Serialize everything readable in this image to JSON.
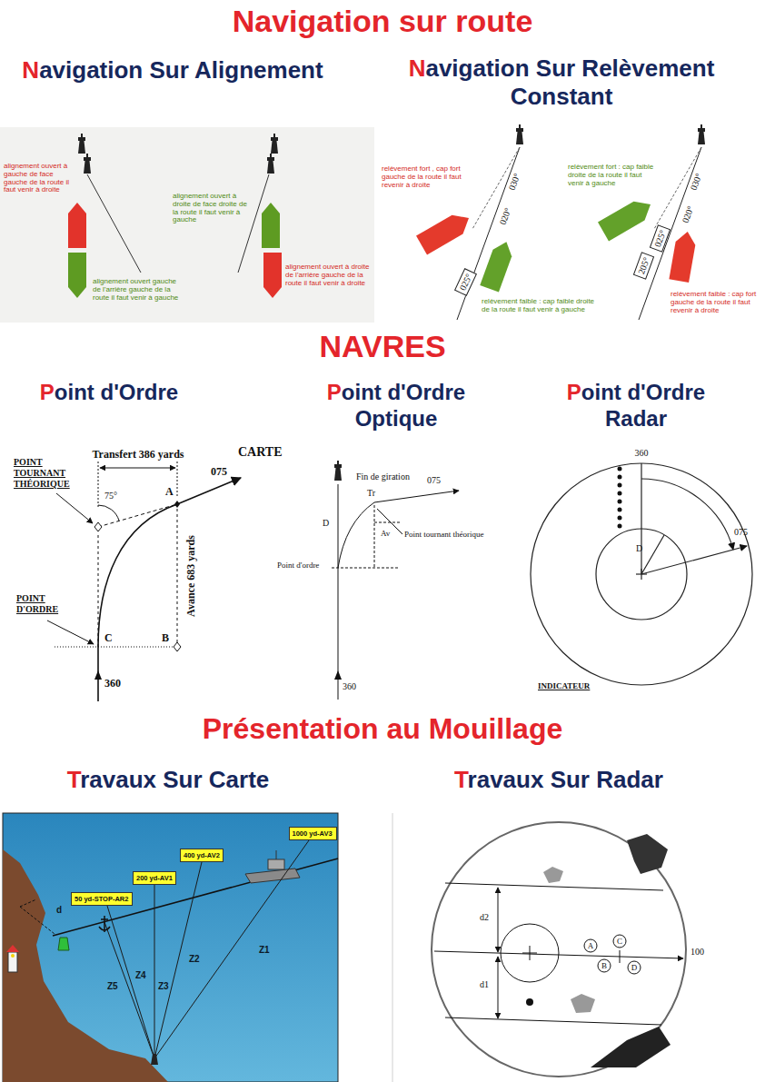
{
  "diagram": {
    "title": "Navigation sur route",
    "nodes": [
      {
        "text": [
          "025°"
        ]
      },
      {
        "text": [
          "205°"
        ]
      },
      {
        "text": [
          "025°"
        ]
      },
      {
        "text": [
          "1000 yd-AV3"
        ]
      },
      {
        "text": [
          "400 yd-AV2"
        ]
      },
      {
        "text": [
          "200 yd-AV1"
        ]
      },
      {
        "text": [
          "50 yd-STOP-AR2"
        ]
      }
    ],
    "labels": [
      "Navigation Sur Alignement",
      "Navigation Sur Relèvement Constant",
      "alignement ouvert à gauche de face gauche de la route il faut venir à droite",
      "alignement ouvert à droite de face droite de la route il faut venir à gauche",
      "alignement ouvert gauche de l'arrière gauche de la route il faut venir à gauche",
      "alignement ouvert à droite de l'arrière gauche de la route il faut venir à droite",
      "relèvement fort , cap fort gauche de la route il faut revenir à droite",
      "030°",
      "020°",
      "relèvement faible : cap faible droite de la route il faut venir à gauche",
      "relèvement fort : cap faible droite de la route il faut venir à gauche",
      "030°",
      "020°",
      "relèvement faible : cap fort gauche de la route il faut revenir à droite",
      "NAVRES",
      "Point d'Ordre",
      "Point d'Ordre Optique",
      "Point d'Ordre Radar",
      "Transfert 386 yards",
      "CARTE",
      "POINT TOURNANT THÉORIQUE",
      "75°",
      "A",
      "075",
      "Avance 683 yards",
      "POINT D'ORDRE",
      "C",
      "B",
      "360",
      "Fin de giration",
      "075",
      "Tr",
      "D",
      "Point tournant théorique",
      "Av",
      "Point d'ordre",
      "360",
      "360",
      "075",
      "D",
      "INDICATEUR",
      "Présentation au Mouillage",
      "Travaux Sur Carte",
      "Travaux Sur Radar",
      "d",
      "Z1",
      "Z2",
      "Z3",
      "Z4",
      "Z5",
      "d2",
      "d1",
      "A",
      "B",
      "C",
      "D",
      "100"
    ]
  }
}
